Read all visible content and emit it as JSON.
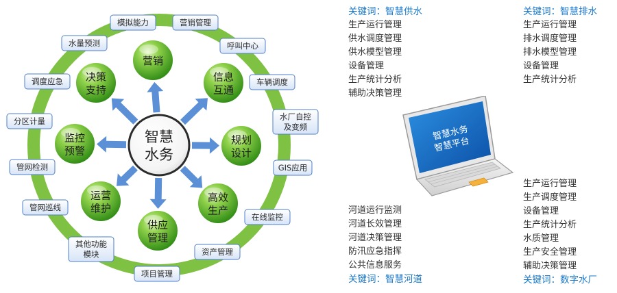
{
  "center": {
    "line1": "智慧",
    "line2": "水务"
  },
  "inner_nodes": [
    {
      "id": "marketing",
      "lines": [
        "营销"
      ]
    },
    {
      "id": "info",
      "lines": [
        "信息",
        "互通"
      ]
    },
    {
      "id": "planning",
      "lines": [
        "规划",
        "设计"
      ]
    },
    {
      "id": "production",
      "lines": [
        "高效",
        "生产"
      ]
    },
    {
      "id": "supply",
      "lines": [
        "供应",
        "管理"
      ]
    },
    {
      "id": "operation",
      "lines": [
        "运营",
        "维护"
      ]
    },
    {
      "id": "monitoring",
      "lines": [
        "监控",
        "预警"
      ]
    },
    {
      "id": "decision",
      "lines": [
        "决策",
        "支持"
      ]
    }
  ],
  "outer_modules": [
    {
      "lines": [
        "模拟能力"
      ]
    },
    {
      "lines": [
        "营销管理"
      ]
    },
    {
      "lines": [
        "呼叫中心"
      ]
    },
    {
      "lines": [
        "车辆调度"
      ]
    },
    {
      "lines": [
        "水厂自控",
        "及变频"
      ]
    },
    {
      "lines": [
        "GIS应用"
      ]
    },
    {
      "lines": [
        "在线监控"
      ]
    },
    {
      "lines": [
        "资产管理"
      ]
    },
    {
      "lines": [
        "项目管理"
      ]
    },
    {
      "lines": [
        "其他功能",
        "模块"
      ]
    },
    {
      "lines": [
        "管网巡线"
      ]
    },
    {
      "lines": [
        "管网检测"
      ]
    },
    {
      "lines": [
        "分区计量"
      ]
    },
    {
      "lines": [
        "调度应急"
      ]
    },
    {
      "lines": [
        "水量预测"
      ]
    }
  ],
  "supply": {
    "keyword": "关键词：智慧供水",
    "items": [
      "生产运行管理",
      "供水调度管理",
      "供水模型管理",
      "设备管理",
      "生产统计分析",
      "辅助决策管理"
    ]
  },
  "drainage": {
    "keyword": "关键词：智慧排水",
    "items": [
      "生产运行管理",
      "排水调度管理",
      "排水模型管理",
      "设备管理",
      "生产统计分析"
    ]
  },
  "river": {
    "keyword": "关键词：智慧河道",
    "items": [
      "河道运行监测",
      "河道长效管理",
      "河道决策管理",
      "防汛应急指挥",
      "公共信息服务"
    ]
  },
  "plant": {
    "keyword": "关键词：数字水厂",
    "items": [
      "生产运行管理",
      "生产调度管理",
      "设备管理",
      "生产统计分析",
      "水质管理",
      "生产安全管理",
      "辅助决策管理"
    ]
  },
  "laptop_screen": {
    "line1": "智慧水务",
    "line2": "智慧平台"
  },
  "colors": {
    "ring": "#7fc142",
    "module_fill": "#e6eefb",
    "module_border": "#4f7fc9",
    "arrow": "#5b8fd6",
    "keyword": "#1a78c8"
  }
}
